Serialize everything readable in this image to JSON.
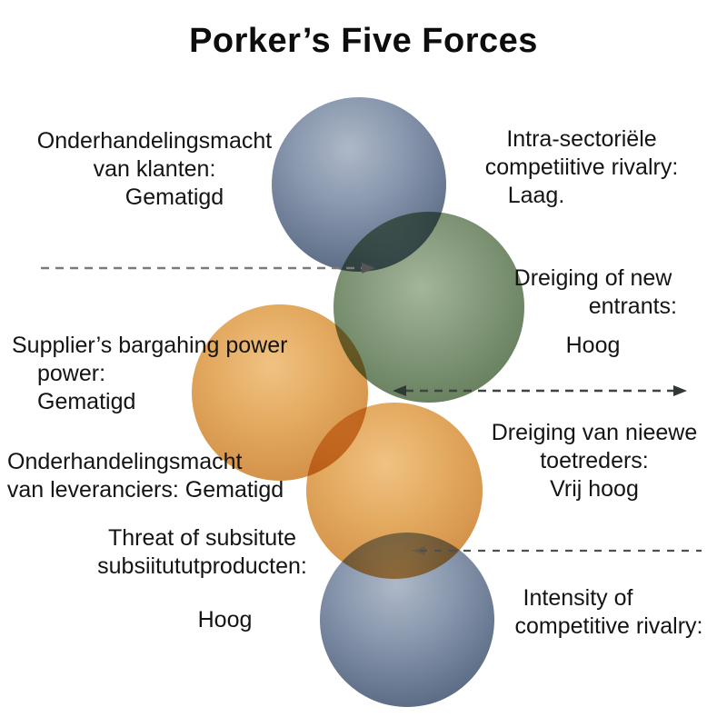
{
  "title": "Porker’s Five Forces",
  "labels": {
    "buyers": {
      "lines": [
        "Onderhandelingsmacht",
        "van klanten:",
        "Gematigd"
      ]
    },
    "rivalry_top": {
      "lines": [
        "Intra-sectoriële",
        "competiitive rivalry:",
        "Laag."
      ]
    },
    "new_entrants": {
      "lines": [
        "Dreiging of new",
        "entrants:",
        "Hoog"
      ]
    },
    "supplier": {
      "lines": [
        "Supplier’s bargahing power",
        "power:",
        "Gematigd"
      ]
    },
    "suppliers_nl": {
      "lines": [
        "Onderhandelingsmacht",
        "van leveranciers: Gematigd"
      ]
    },
    "new_entrants_nl": {
      "lines": [
        "Dreiging van nieewe",
        "toetreders:",
        "Vrij hoog"
      ]
    },
    "substitutes": {
      "lines": [
        "Threat of subsitute",
        "subsiitututproducten:",
        "Hoog"
      ]
    },
    "rivalry_bottom": {
      "lines": [
        "Intensity of",
        "competitive rivalry:"
      ]
    }
  },
  "circles": [
    {
      "id": "blue-top",
      "color_name": "steel-blue",
      "color": "#65758e"
    },
    {
      "id": "green-mid",
      "color_name": "sage-green",
      "color": "#68815f"
    },
    {
      "id": "orange-left",
      "color_name": "amber-orange",
      "color": "#d4924a"
    },
    {
      "id": "orange-bottom",
      "color_name": "amber-orange",
      "color": "#d4924a"
    },
    {
      "id": "blue-bottom",
      "color_name": "steel-blue",
      "color": "#65758e"
    }
  ],
  "arrows": [
    {
      "id": "left-arrow",
      "style": "dashed",
      "heads": "right",
      "color": "#7b7b7b"
    },
    {
      "id": "middle-arrow",
      "style": "dashed",
      "heads": "both",
      "color": "#3c4540"
    },
    {
      "id": "bottom-line",
      "style": "dashed",
      "heads": "faint-left",
      "color": "#4f4f4f"
    }
  ],
  "colors": {
    "background": "#ffffff",
    "text": "#141414",
    "title": "#0d0d0d"
  }
}
